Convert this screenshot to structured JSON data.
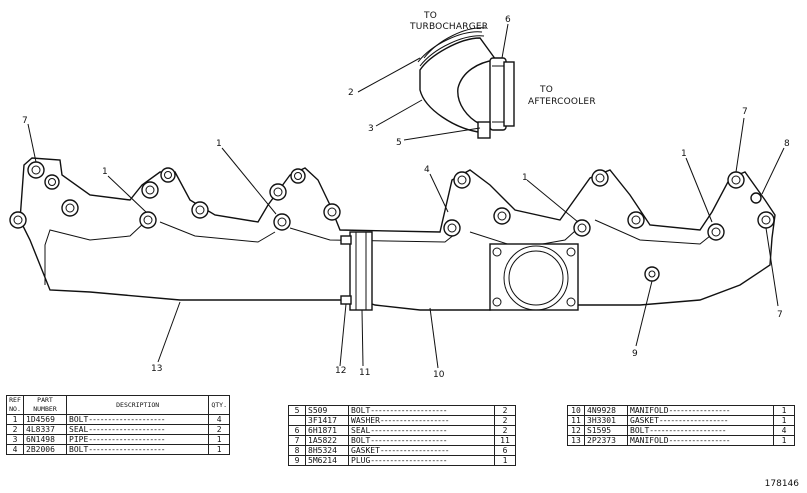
{
  "callouts": {
    "to_turbocharger": "TO\nTURBOCHARGER",
    "to_aftercooler": "TO\nAFTERCOOLER",
    "refs": [
      "1",
      "2",
      "3",
      "4",
      "5",
      "6",
      "7",
      "8",
      "9",
      "10",
      "11",
      "12",
      "13"
    ]
  },
  "table1": {
    "headers": {
      "ref": "REF\nNO.",
      "part": "PART\nNUMBER",
      "desc": "DESCRIPTION",
      "qty": "QTY."
    },
    "rows": [
      {
        "ref": "1",
        "part": "1D4569",
        "desc": "BOLT",
        "qty": "4"
      },
      {
        "ref": "2",
        "part": "4L8337",
        "desc": "SEAL",
        "qty": "2"
      },
      {
        "ref": "3",
        "part": "6N1498",
        "desc": "PIPE",
        "qty": "1"
      },
      {
        "ref": "4",
        "part": "2B2006",
        "desc": "BOLT",
        "qty": "1"
      }
    ]
  },
  "table2": {
    "rows": [
      {
        "ref": "5",
        "part": "S509",
        "desc": "BOLT",
        "qty": "2"
      },
      {
        "ref": "",
        "part": "3F1417",
        "desc": "WASHER",
        "qty": "2"
      },
      {
        "ref": "6",
        "part": "6H1871",
        "desc": "SEAL",
        "qty": "2"
      },
      {
        "ref": "7",
        "part": "1A5822",
        "desc": "BOLT",
        "qty": "11"
      },
      {
        "ref": "8",
        "part": "8H5324",
        "desc": "GASKET",
        "qty": "6"
      },
      {
        "ref": "9",
        "part": "5M6214",
        "desc": "PLUG",
        "qty": "1"
      }
    ]
  },
  "table3": {
    "rows": [
      {
        "ref": "10",
        "part": "4N9928",
        "desc": "MANIFOLD",
        "qty": "1"
      },
      {
        "ref": "11",
        "part": "3H3301",
        "desc": "GASKET",
        "qty": "1"
      },
      {
        "ref": "12",
        "part": "S1595",
        "desc": "BOLT",
        "qty": "4"
      },
      {
        "ref": "13",
        "part": "2P2373",
        "desc": "MANIFOLD",
        "qty": "1"
      }
    ]
  },
  "figure_number": "178146"
}
